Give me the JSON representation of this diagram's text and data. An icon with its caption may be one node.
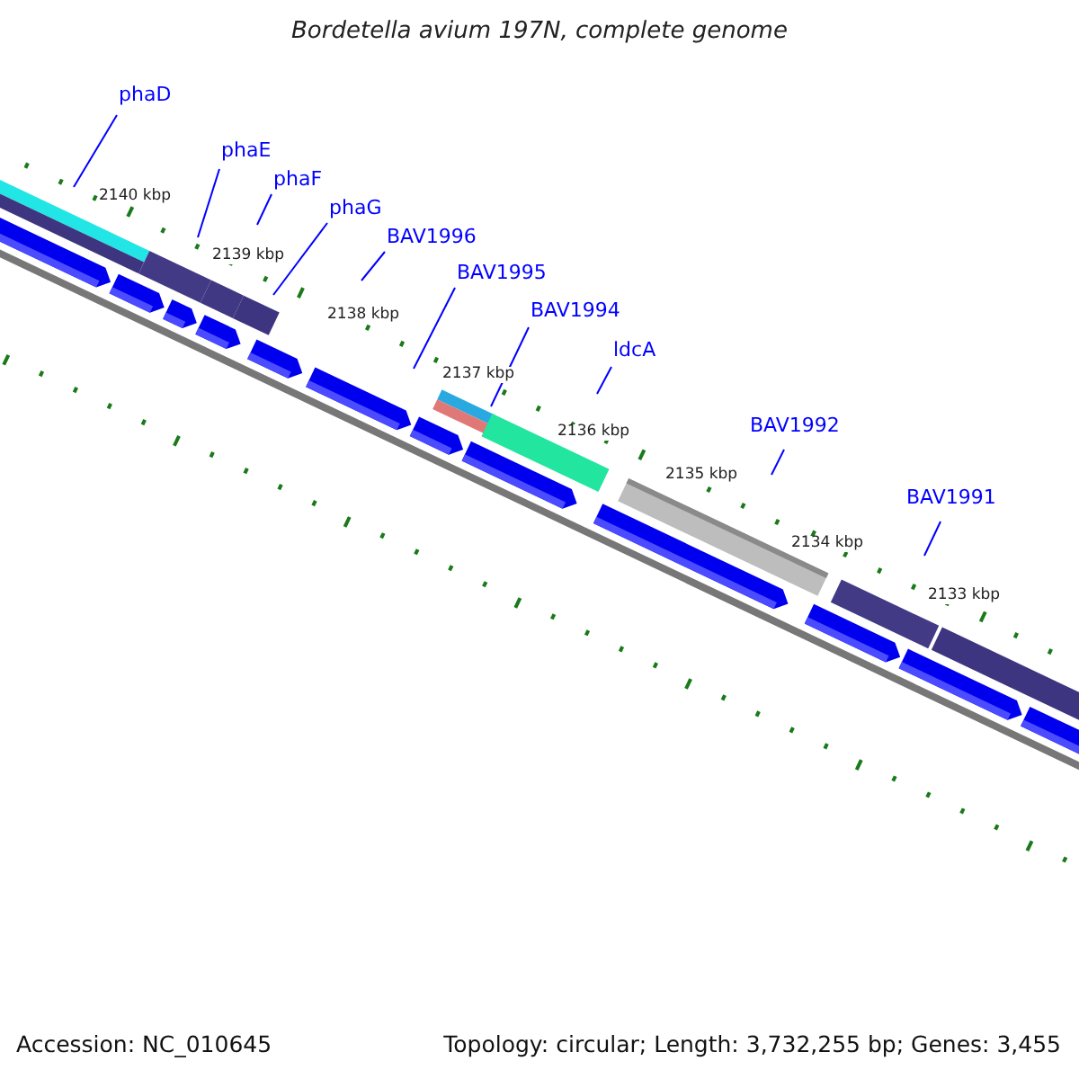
{
  "diagram": {
    "title": "Bordetella avium 197N, complete genome",
    "nodes": [
      {
        "text": [
          "phaD"
        ]
      },
      {
        "text": [
          "phaE"
        ]
      },
      {
        "text": [
          "phaF"
        ]
      },
      {
        "text": [
          "phaG"
        ]
      },
      {
        "text": [
          "BAV1996"
        ]
      },
      {
        "text": [
          "BAV1995"
        ]
      },
      {
        "text": [
          "BAV1994"
        ]
      },
      {
        "text": [
          "ldcA"
        ]
      },
      {
        "text": [
          "BAV1992"
        ]
      },
      {
        "text": [
          "BAV1991"
        ]
      }
    ],
    "edges": [
      {
        "from": 0,
        "to": null,
        "arrow": "none"
      },
      {
        "from": 1,
        "to": null,
        "arrow": "none"
      },
      {
        "from": 2,
        "to": null,
        "arrow": "none"
      },
      {
        "from": 3,
        "to": null,
        "arrow": "none"
      },
      {
        "from": 4,
        "to": null,
        "arrow": "none"
      },
      {
        "from": 5,
        "to": null,
        "arrow": "none"
      },
      {
        "from": 6,
        "to": null,
        "arrow": "none"
      },
      {
        "from": 7,
        "to": null,
        "arrow": "none"
      },
      {
        "from": 8,
        "to": null,
        "arrow": "none"
      },
      {
        "from": 9,
        "to": null,
        "arrow": "none"
      }
    ],
    "labels": [
      "2140 kbp",
      "2139 kbp",
      "2138 kbp",
      "2137 kbp",
      "2136 kbp",
      "2135 kbp",
      "2134 kbp",
      "2133 kbp",
      "Accession: NC_010645",
      "Topology: circular; Length: 3,732,255 bp; Genes: 3,455"
    ]
  }
}
